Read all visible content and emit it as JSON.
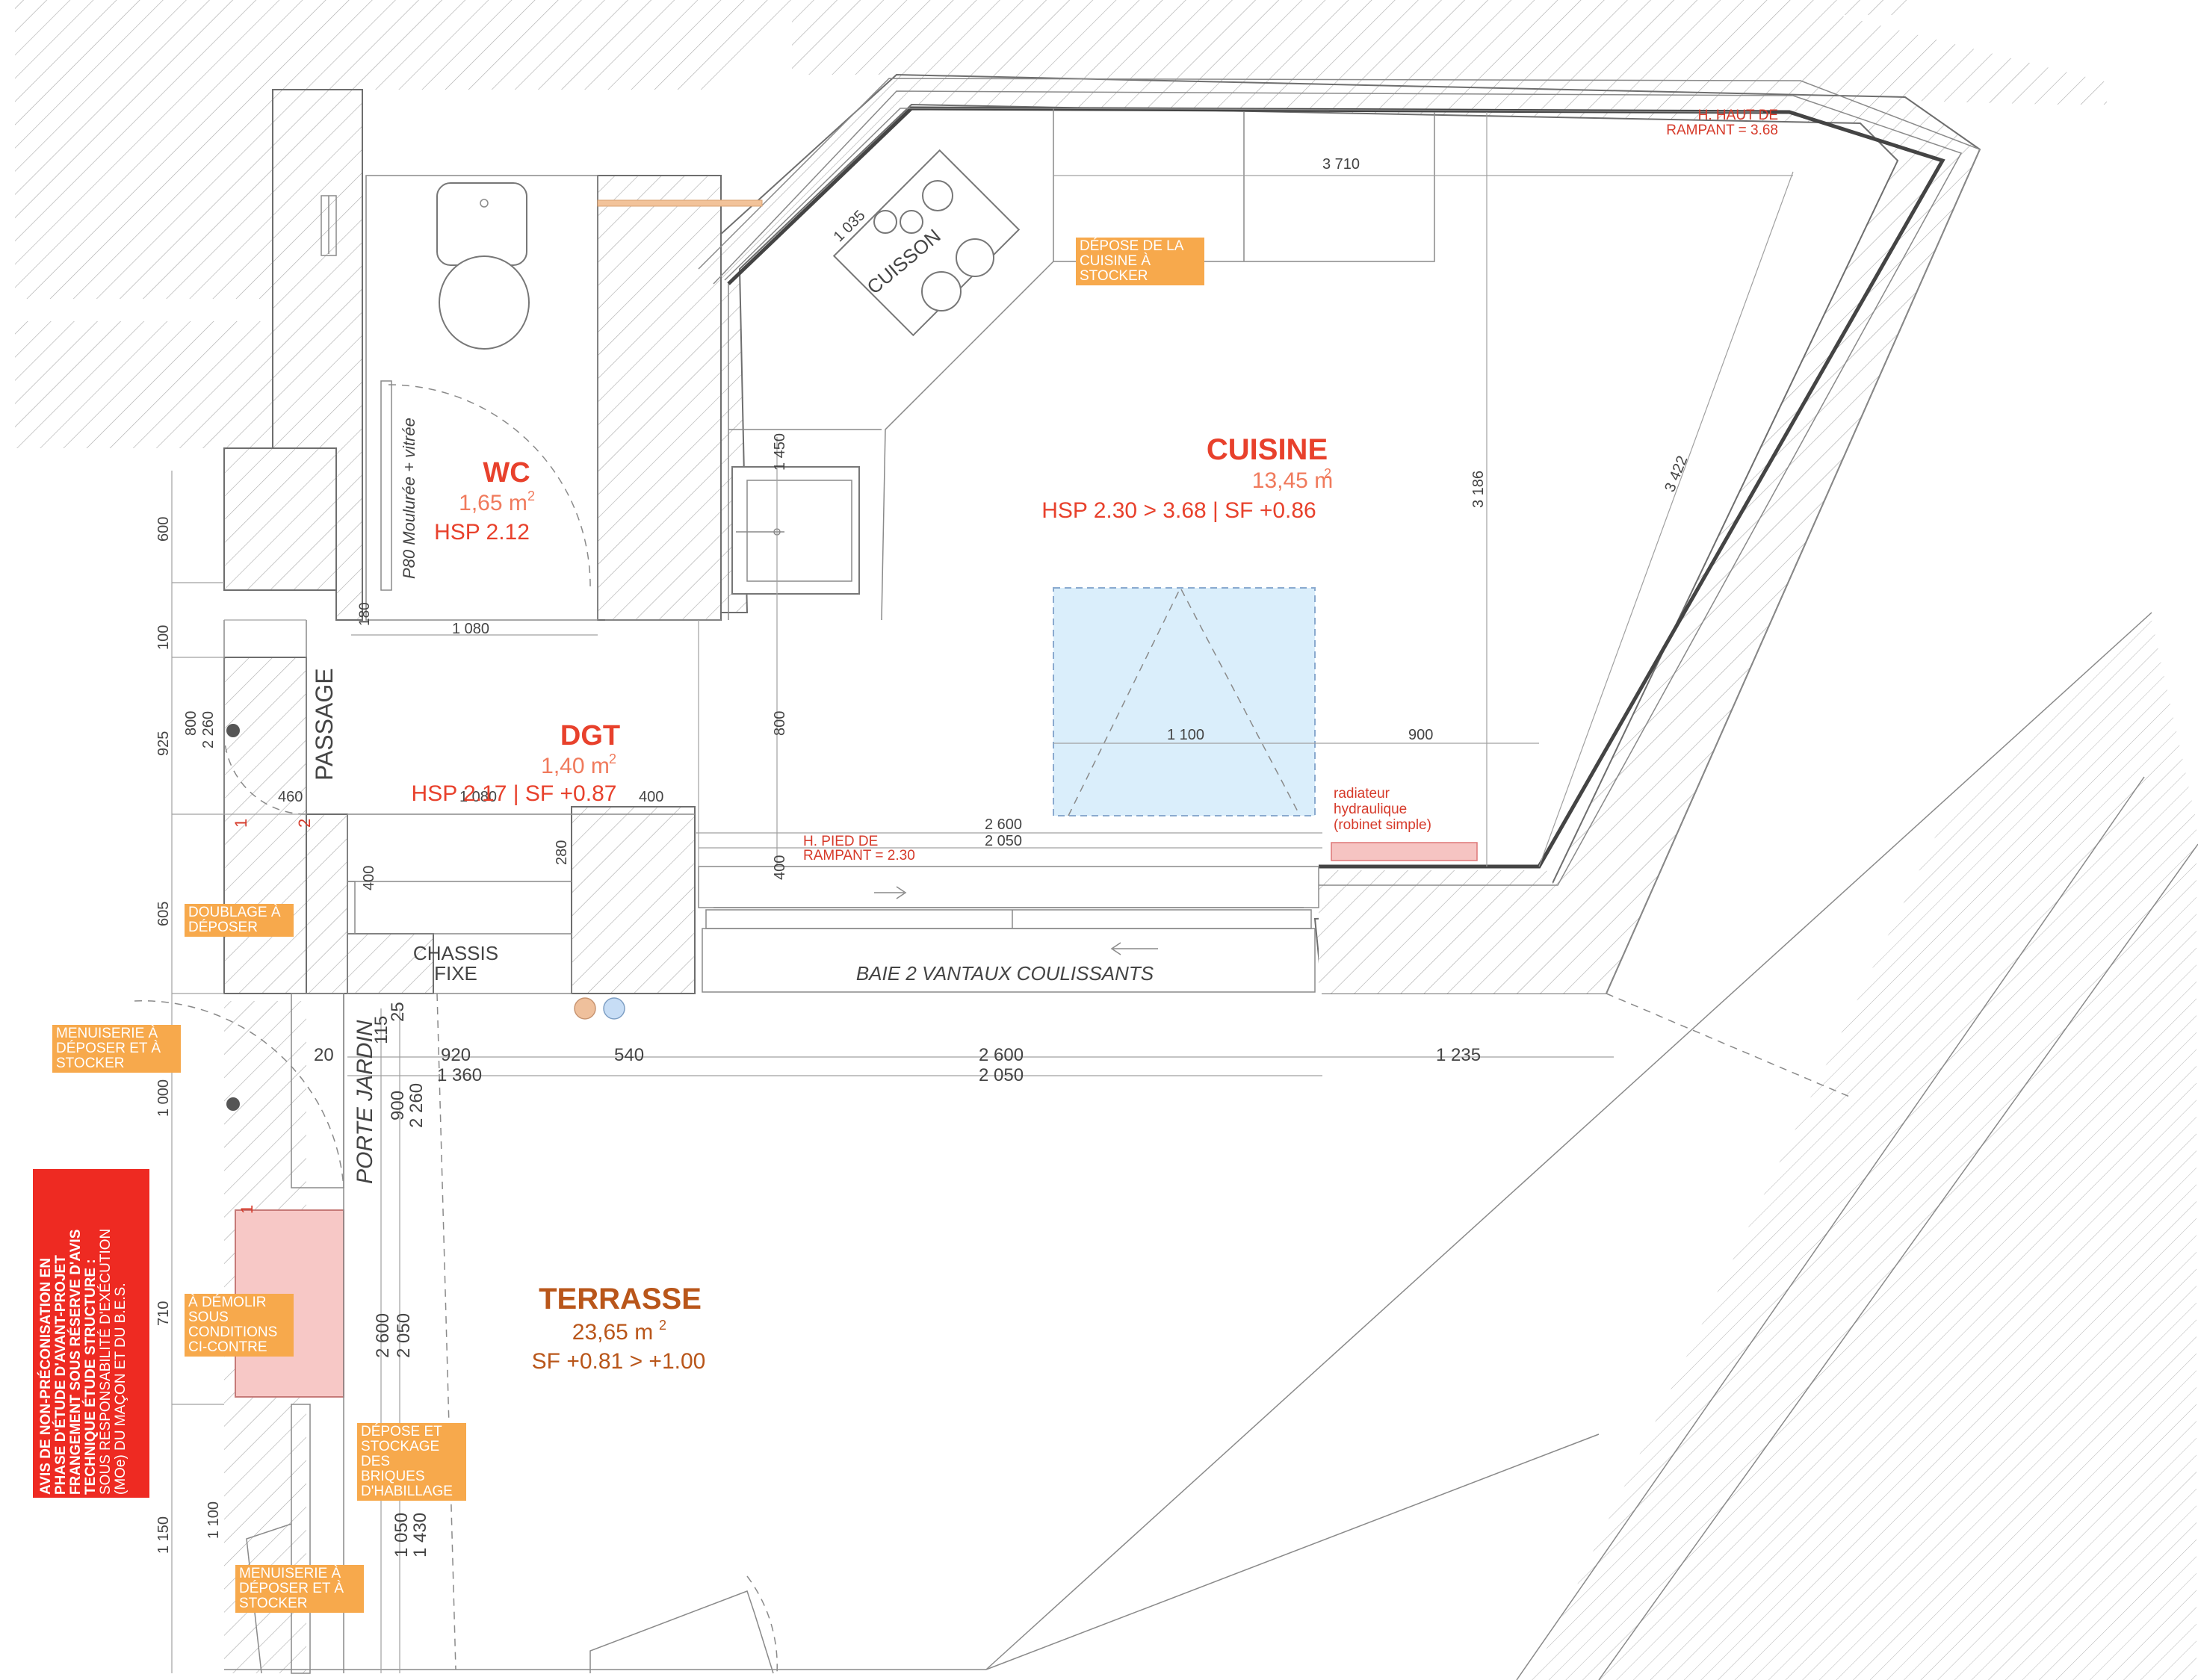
{
  "rooms": {
    "wc": {
      "name": "WC",
      "area_value": "1,65 m",
      "area_exp": "2",
      "hsp": "HSP 2.12"
    },
    "cuisine": {
      "name": "CUISINE",
      "area_value": "13,45 m",
      "area_exp": "2",
      "info": "HSP 2.30 > 3.68 | SF +0.86"
    },
    "dgt": {
      "name": "DGT",
      "area_value": "1,40 m",
      "area_exp": "2",
      "info": "HSP 2.17 | SF +0.87"
    },
    "terrasse": {
      "name": "TERRASSE",
      "area_value": "23,65 m",
      "area_exp": "2",
      "info": "SF +0.81 > +1.00"
    }
  },
  "labels": {
    "passage": "PASSAGE",
    "porte_jardin": "PORTE JARDIN",
    "chassis_1": "CHASSIS",
    "chassis_2": "FIXE",
    "baie": "BAIE 2 VANTAUX COULISSANTS",
    "cuisson": "CUISSON",
    "door_wc": "P80 Moulurée + vitrée",
    "door_mark_1a": "1",
    "door_mark_2": "2",
    "door_mark_1b": "1"
  },
  "notes_red": {
    "rampant_haut_1": "H. HAUT DE",
    "rampant_haut_2": "RAMPANT = 3.68",
    "rampant_pied_1": "H. PIED DE",
    "rampant_pied_2": "RAMPANT = 2.30",
    "radiateur_1": "radiateur",
    "radiateur_2": "hydraulique",
    "radiateur_3": "(robinet simple)"
  },
  "tags": {
    "depose_cuisine": [
      "DÉPOSE DE LA",
      "CUISINE À",
      "STOCKER"
    ],
    "doublage": [
      "DOUBLAGE À",
      "DÉPOSER"
    ],
    "menuiserie_1": [
      "MENUISERIE À",
      "DÉPOSER ET À",
      "STOCKER"
    ],
    "demolir": [
      "À DÉMOLIR",
      "SOUS",
      "CONDITIONS",
      "CI-CONTRE"
    ],
    "depose_briques": [
      "DÉPOSE ET",
      "STOCKAGE",
      "DES",
      "BRIQUES",
      "D'HABILLAGE"
    ],
    "menuiserie_2": [
      "MENUISERIE À",
      "DÉPOSER ET À",
      "STOCKER"
    ]
  },
  "warning": {
    "line1": "AVIS DE NON-PRÉCONISATION EN",
    "line2": "PHASE D'ÉTUDE D'AVANT-PROJET",
    "line3": "FRANGEMENT SOUS RÉSERVE D'AVIS",
    "line4": "TECHNIQUE ÉTUDE STRUCTURE :",
    "line5": "SOUS RESPONSABILITÉ D'EXÉCUTION",
    "line6": "(MOe) DU MAÇON ET DU B.E.S."
  },
  "dims": {
    "d3710": "3 710",
    "d1035": "1 035",
    "d1450": "1 450",
    "d3186": "3 186",
    "d3422": "3 422",
    "d1080": "1 080",
    "d180": "180",
    "d1100": "1 100",
    "d900": "900",
    "d800": "800",
    "d2600a": "2 600",
    "d2050a": "2 050",
    "d400a": "400",
    "d460": "460",
    "d1080b": "1 080",
    "d400b": "400",
    "d280": "280",
    "d400c": "400",
    "d600": "600",
    "d100": "100",
    "d925": "925",
    "d800b": "800",
    "d2260": "2 260",
    "d605": "605",
    "d20": "20",
    "d115": "115",
    "d25": "25",
    "d920": "920",
    "d1360": "1 360",
    "d540": "540",
    "d2600b": "2 600",
    "d2050b": "2 050",
    "d1235": "1 235",
    "d1000": "1 000",
    "d900b": "900",
    "d2260b": "2 260",
    "d710": "710",
    "d2600c": "2 600",
    "d2050c": "2 050",
    "d1150": "1 150",
    "d1100b": "1 100",
    "d1050": "1 050",
    "d1430": "1 430"
  },
  "colors": {
    "accent_red": "#e8412c",
    "tag_orange": "#f7a94c",
    "warning_red": "#ee2a22",
    "skylight_blue": "#daeefb",
    "demolish_pink": "#f7c8c6"
  }
}
